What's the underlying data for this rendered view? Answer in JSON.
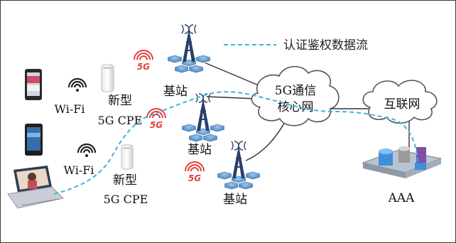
{
  "legend": {
    "label": "认证鉴权数据流"
  },
  "devices": {
    "wifi_top": "Wi-Fi",
    "wifi_bottom": "Wi-Fi",
    "cpe_top": {
      "line1": "新型",
      "line2": "5G CPE"
    },
    "cpe_bottom": {
      "line1": "新型",
      "line2": "5G CPE"
    },
    "tag_5g": "5G"
  },
  "stations": {
    "top": "基站",
    "middle": "基站",
    "bottom": "基站"
  },
  "core": {
    "line1": "5G通信",
    "line2": "核心网"
  },
  "internet": {
    "label": "互联网"
  },
  "aaa": {
    "label": "AAA"
  },
  "colors": {
    "flow": "#3cb4dc",
    "signal": "#e2423c",
    "tower": "#2b3f6c",
    "cloud_stroke": "#555555"
  }
}
